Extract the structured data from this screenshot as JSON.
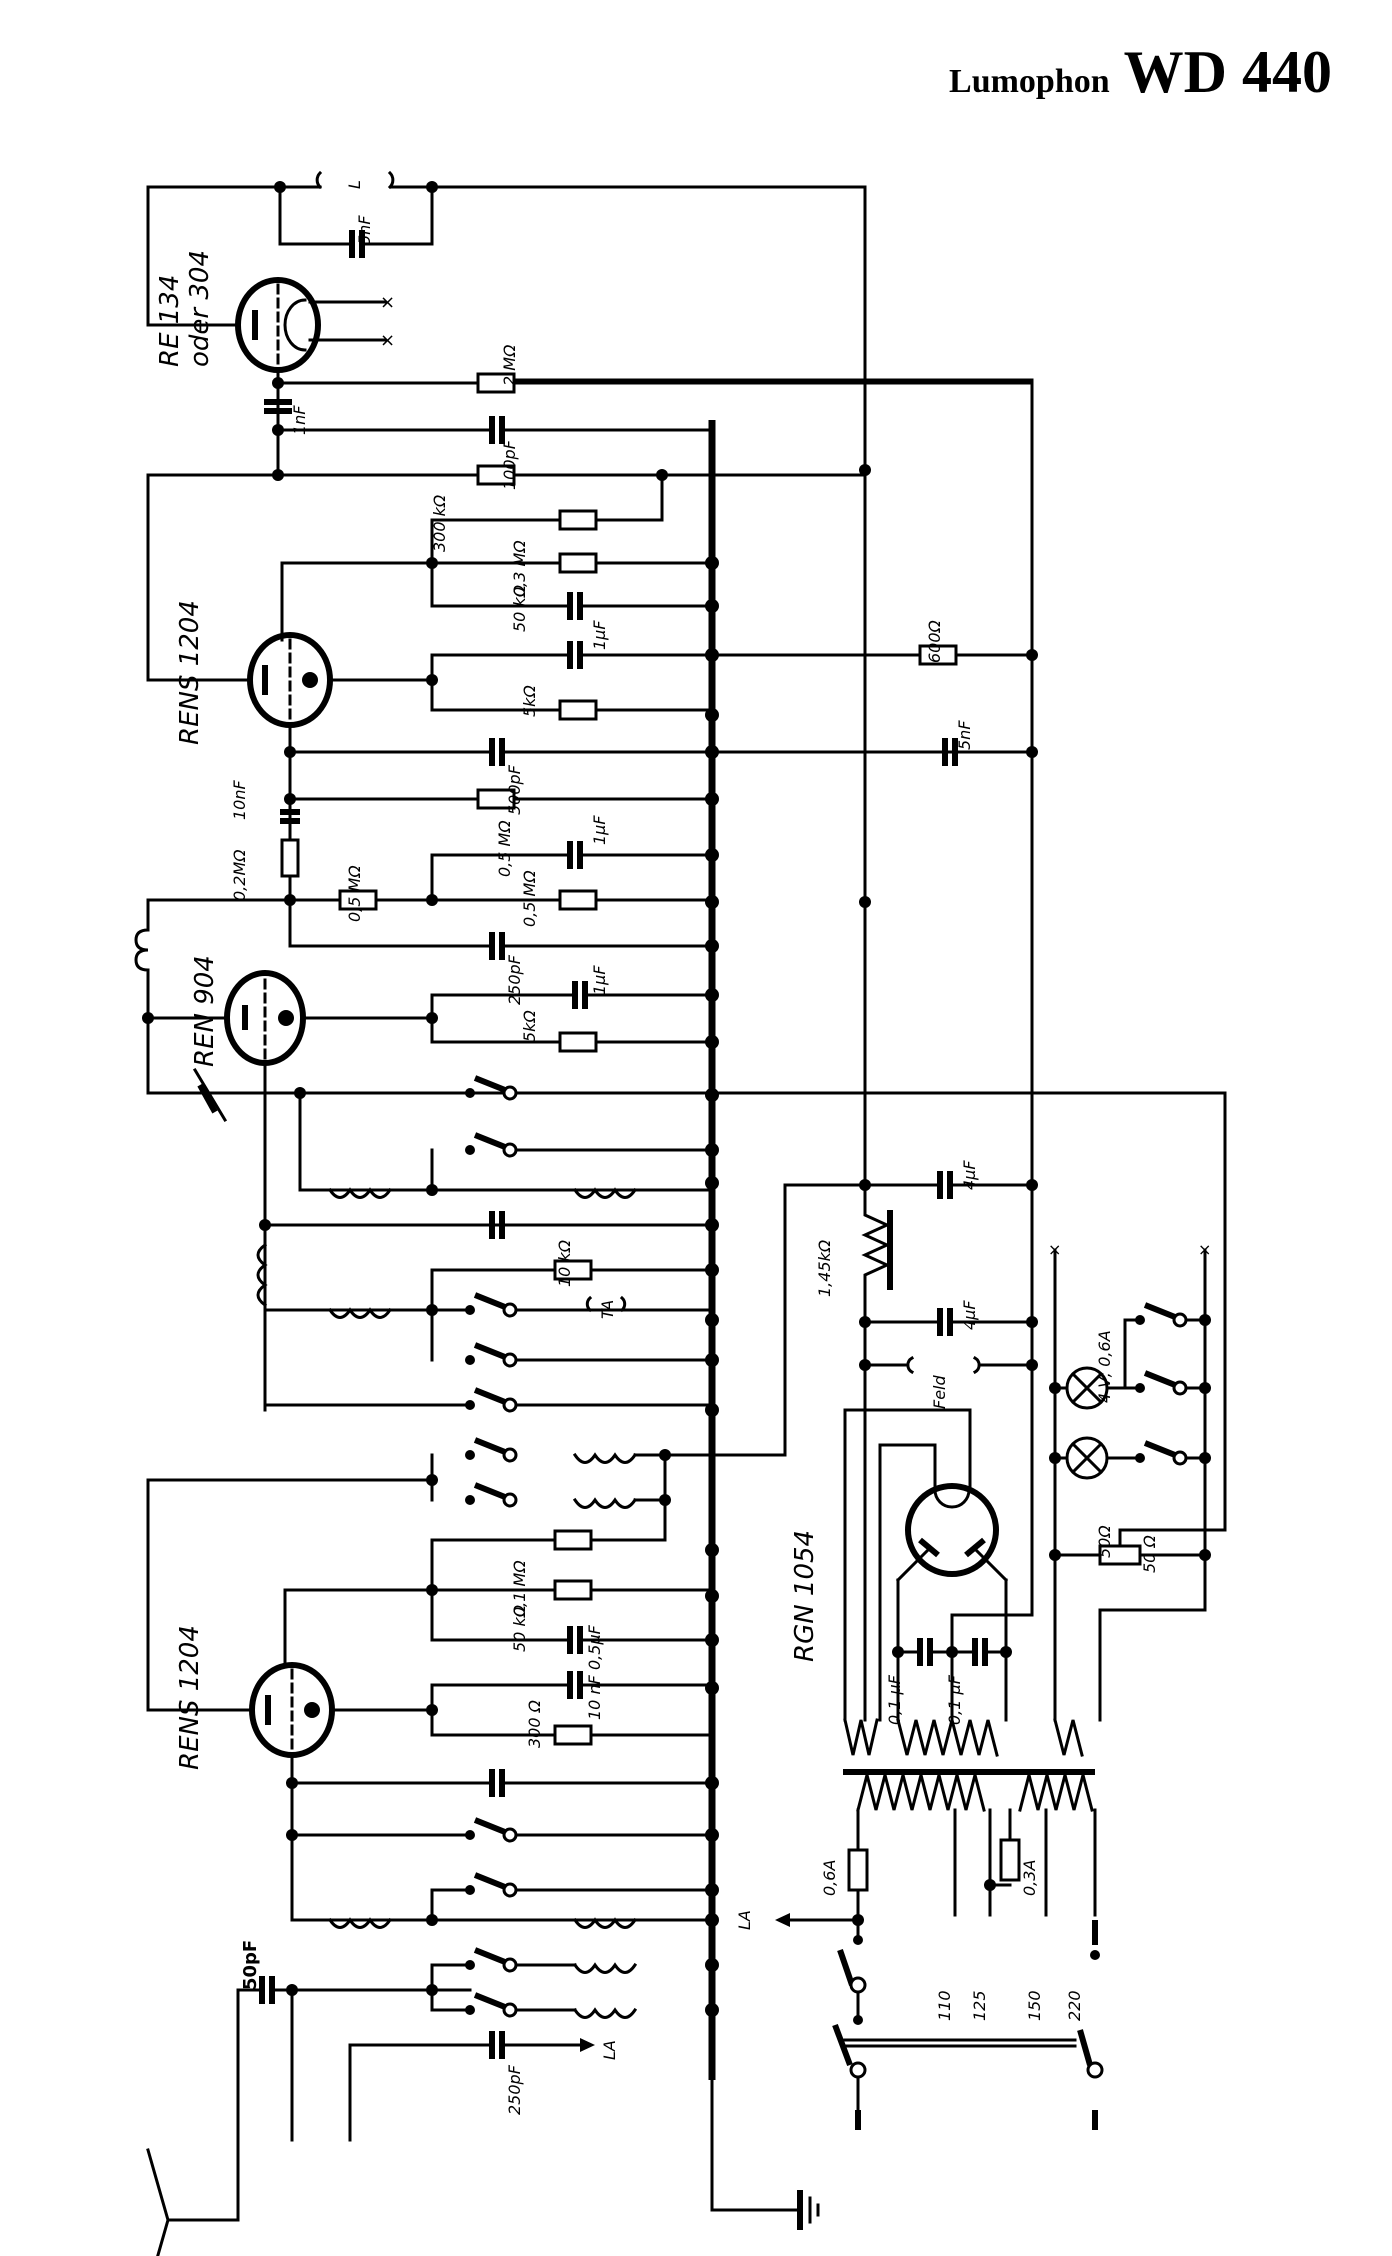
{
  "title": {
    "brand": "Lumophon",
    "model": "WD 440"
  },
  "tubes": [
    {
      "id": "output",
      "label_line1": "RE 134",
      "label_line2": "oder 304"
    },
    {
      "id": "af1",
      "label": "RENS 1204"
    },
    {
      "id": "detector",
      "label": "REN 904"
    },
    {
      "id": "rf",
      "label": "RENS 1204"
    },
    {
      "id": "rectifier",
      "label": "RGN 1054"
    }
  ],
  "components": {
    "speaker": "L",
    "c_5nF_top": "5nF",
    "c_1nF": "1nF",
    "r_2MOhm": "2 MΩ",
    "c_100pF": "100pF",
    "r_300kOhm": "300 kΩ",
    "r_03MOhm": "0,3 MΩ",
    "r_50kOhm_a": "50 kΩ",
    "c_1uF_a": "1µF",
    "r_5kOhm_a": "5kΩ",
    "r_600Ohm": "600Ω",
    "c_500pF": "500pF",
    "c_5nF_mid": "5nF",
    "c_10nF": "10nF",
    "r_02MOhm": "0,2MΩ",
    "r_05MOhm_a": "0,5 MΩ",
    "r_05MOhm_b": "0,5 MΩ",
    "r_05MOhm_c": "0,5 MΩ",
    "c_1uF_b": "1µF",
    "c_250pF_a": "250pF",
    "c_1uF_c": "1µF",
    "r_5kOhm_b": "5kΩ",
    "r_10kOhm": "10 kΩ",
    "ta": "TA",
    "r_01MOhm": "0,1 MΩ",
    "r_50kOhm_b": "50 kΩ",
    "c_05uF": "0,5µF",
    "r_300Ohm": "300 Ω",
    "c_10nF_b": "10 nF",
    "c_50pF": "50pF",
    "c_250pF_b": "250pF",
    "la_1": "LA",
    "la_2": "LA",
    "r_145kOhm": "1,45kΩ",
    "c_4uF_a": "4µF",
    "c_4uF_b": "4µF",
    "feld": "Feld",
    "lamp": "4 V; 0,6A",
    "pot_50a": "50Ω",
    "pot_50b": "50 Ω",
    "c_01uF_a": "0,1 µF",
    "c_01uF_b": "0,1 µF",
    "fuse_06A": "0,6A",
    "fuse_03A": "0,3A"
  },
  "mains_taps": [
    "110",
    "125",
    "150",
    "220"
  ]
}
